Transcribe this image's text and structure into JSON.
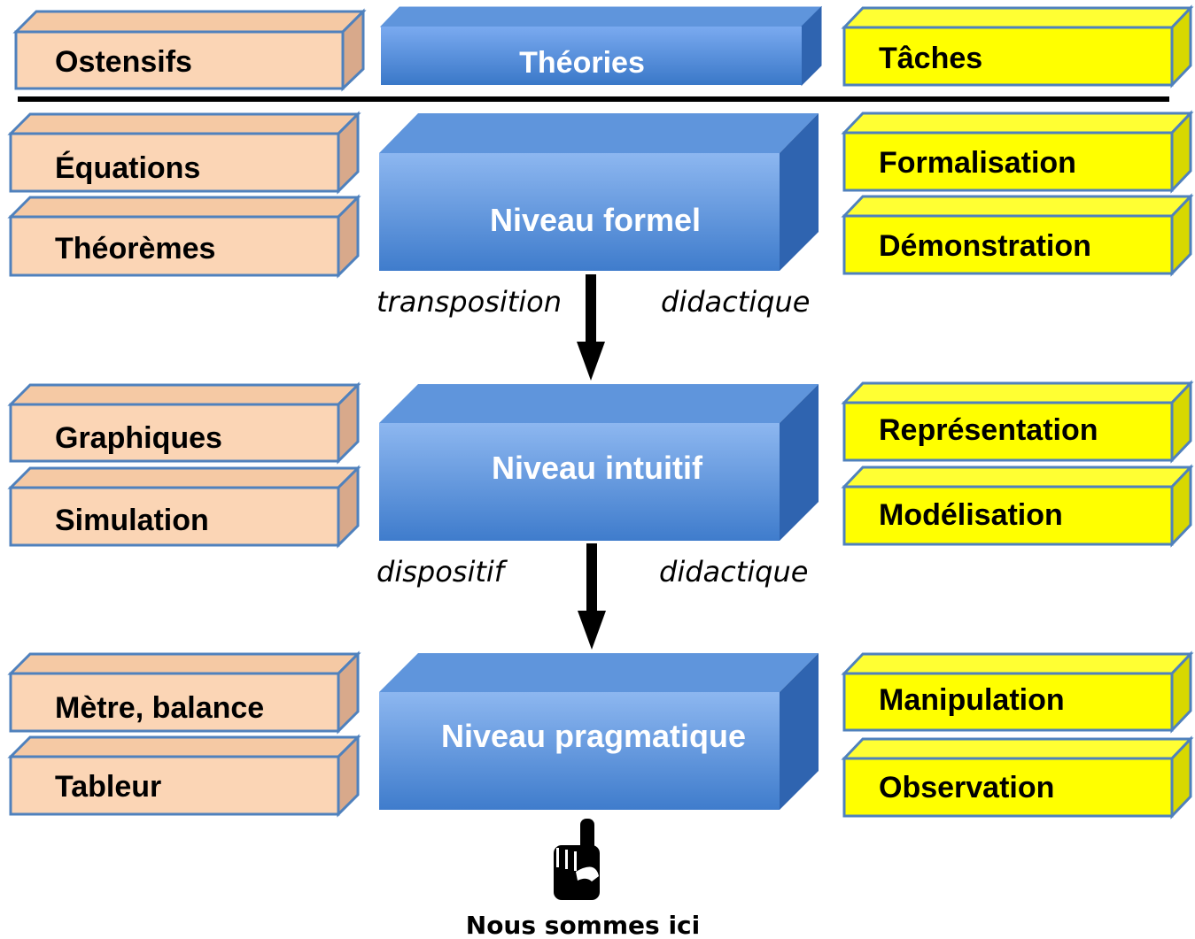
{
  "header": {
    "ostensifs": "Ostensifs",
    "theories": "Théories",
    "taches": "Tâches"
  },
  "ostensifs": {
    "formel": [
      "Équations",
      "Théorèmes"
    ],
    "intuitif": [
      "Graphiques",
      "Simulation"
    ],
    "pragmatique": [
      "Mètre, balance",
      "Tableur"
    ]
  },
  "niveaux": {
    "formel": "Niveau formel",
    "intuitif": "Niveau intuitif",
    "pragmatique": "Niveau pragmatique"
  },
  "taches": {
    "formel": [
      "Formalisation",
      "Démonstration"
    ],
    "intuitif": [
      "Représentation",
      "Modélisation"
    ],
    "pragmatique": [
      "Manipulation",
      "Observation"
    ]
  },
  "transitions": {
    "first": {
      "left": "transposition",
      "right": "didactique"
    },
    "second": {
      "left": "dispositif",
      "right": "didactique"
    }
  },
  "pointer": {
    "icon": "pointing-hand-icon",
    "caption": "Nous sommes ici"
  },
  "colors": {
    "ostensif_fill": "#fbd5b5",
    "ostensif_stroke": "#4f81bd",
    "tache_fill": "#ffff00",
    "niveau_front": "#4a86d9",
    "niveau_top": "#5f95dc",
    "niveau_side": "#2f64b0",
    "divider": "#000000"
  }
}
